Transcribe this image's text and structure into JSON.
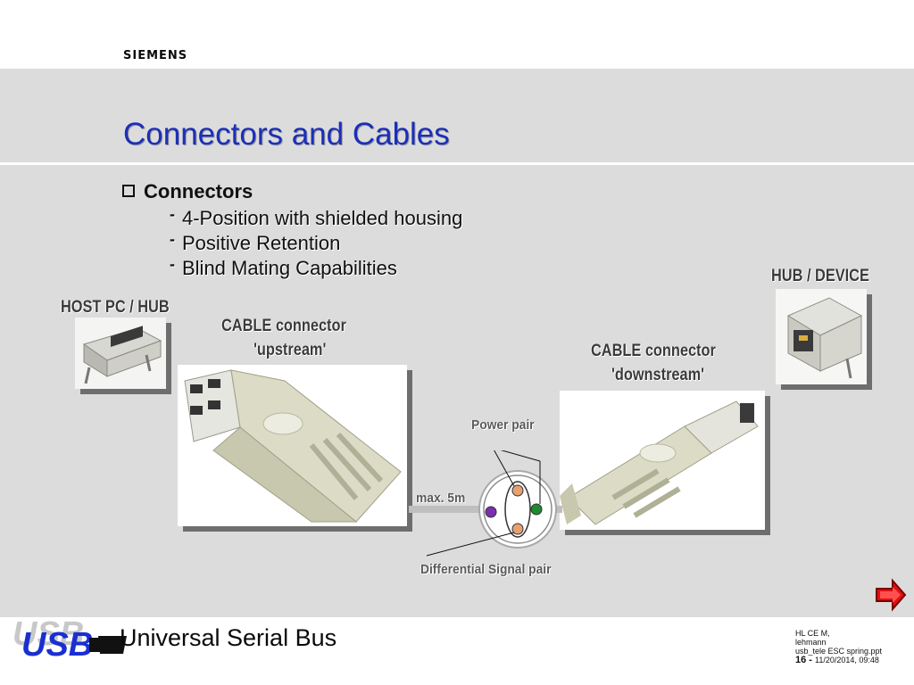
{
  "brand": "SIEMENS",
  "title": "Connectors and Cables",
  "bullet": "Connectors",
  "sub_items": [
    "4-Position with shielded housing",
    "Positive Retention",
    "Blind Mating Capabilities"
  ],
  "labels": {
    "host": "HOST PC / HUB",
    "hub_device": "HUB / DEVICE",
    "cable_up_1": "CABLE connector",
    "cable_up_2": "'upstream'",
    "cable_down_1": "CABLE connector",
    "cable_down_2": "'downstream'",
    "power_pair": "Power pair",
    "max_len": "max. 5m",
    "diff_pair": "Differential Signal pair"
  },
  "footer": {
    "logo_text": "USB",
    "title": "Universal Serial Bus",
    "meta_1": "HL CE M,",
    "meta_2": "lehmann",
    "meta_3": "usb_tele ESC spring.ppt",
    "page": "16 -",
    "date": "11/20/2014, 09:48"
  },
  "colors": {
    "title": "#1b2fb8",
    "panel": "#dcdcdc",
    "logo": "#1a2fd0",
    "arrow": "#e01010"
  }
}
